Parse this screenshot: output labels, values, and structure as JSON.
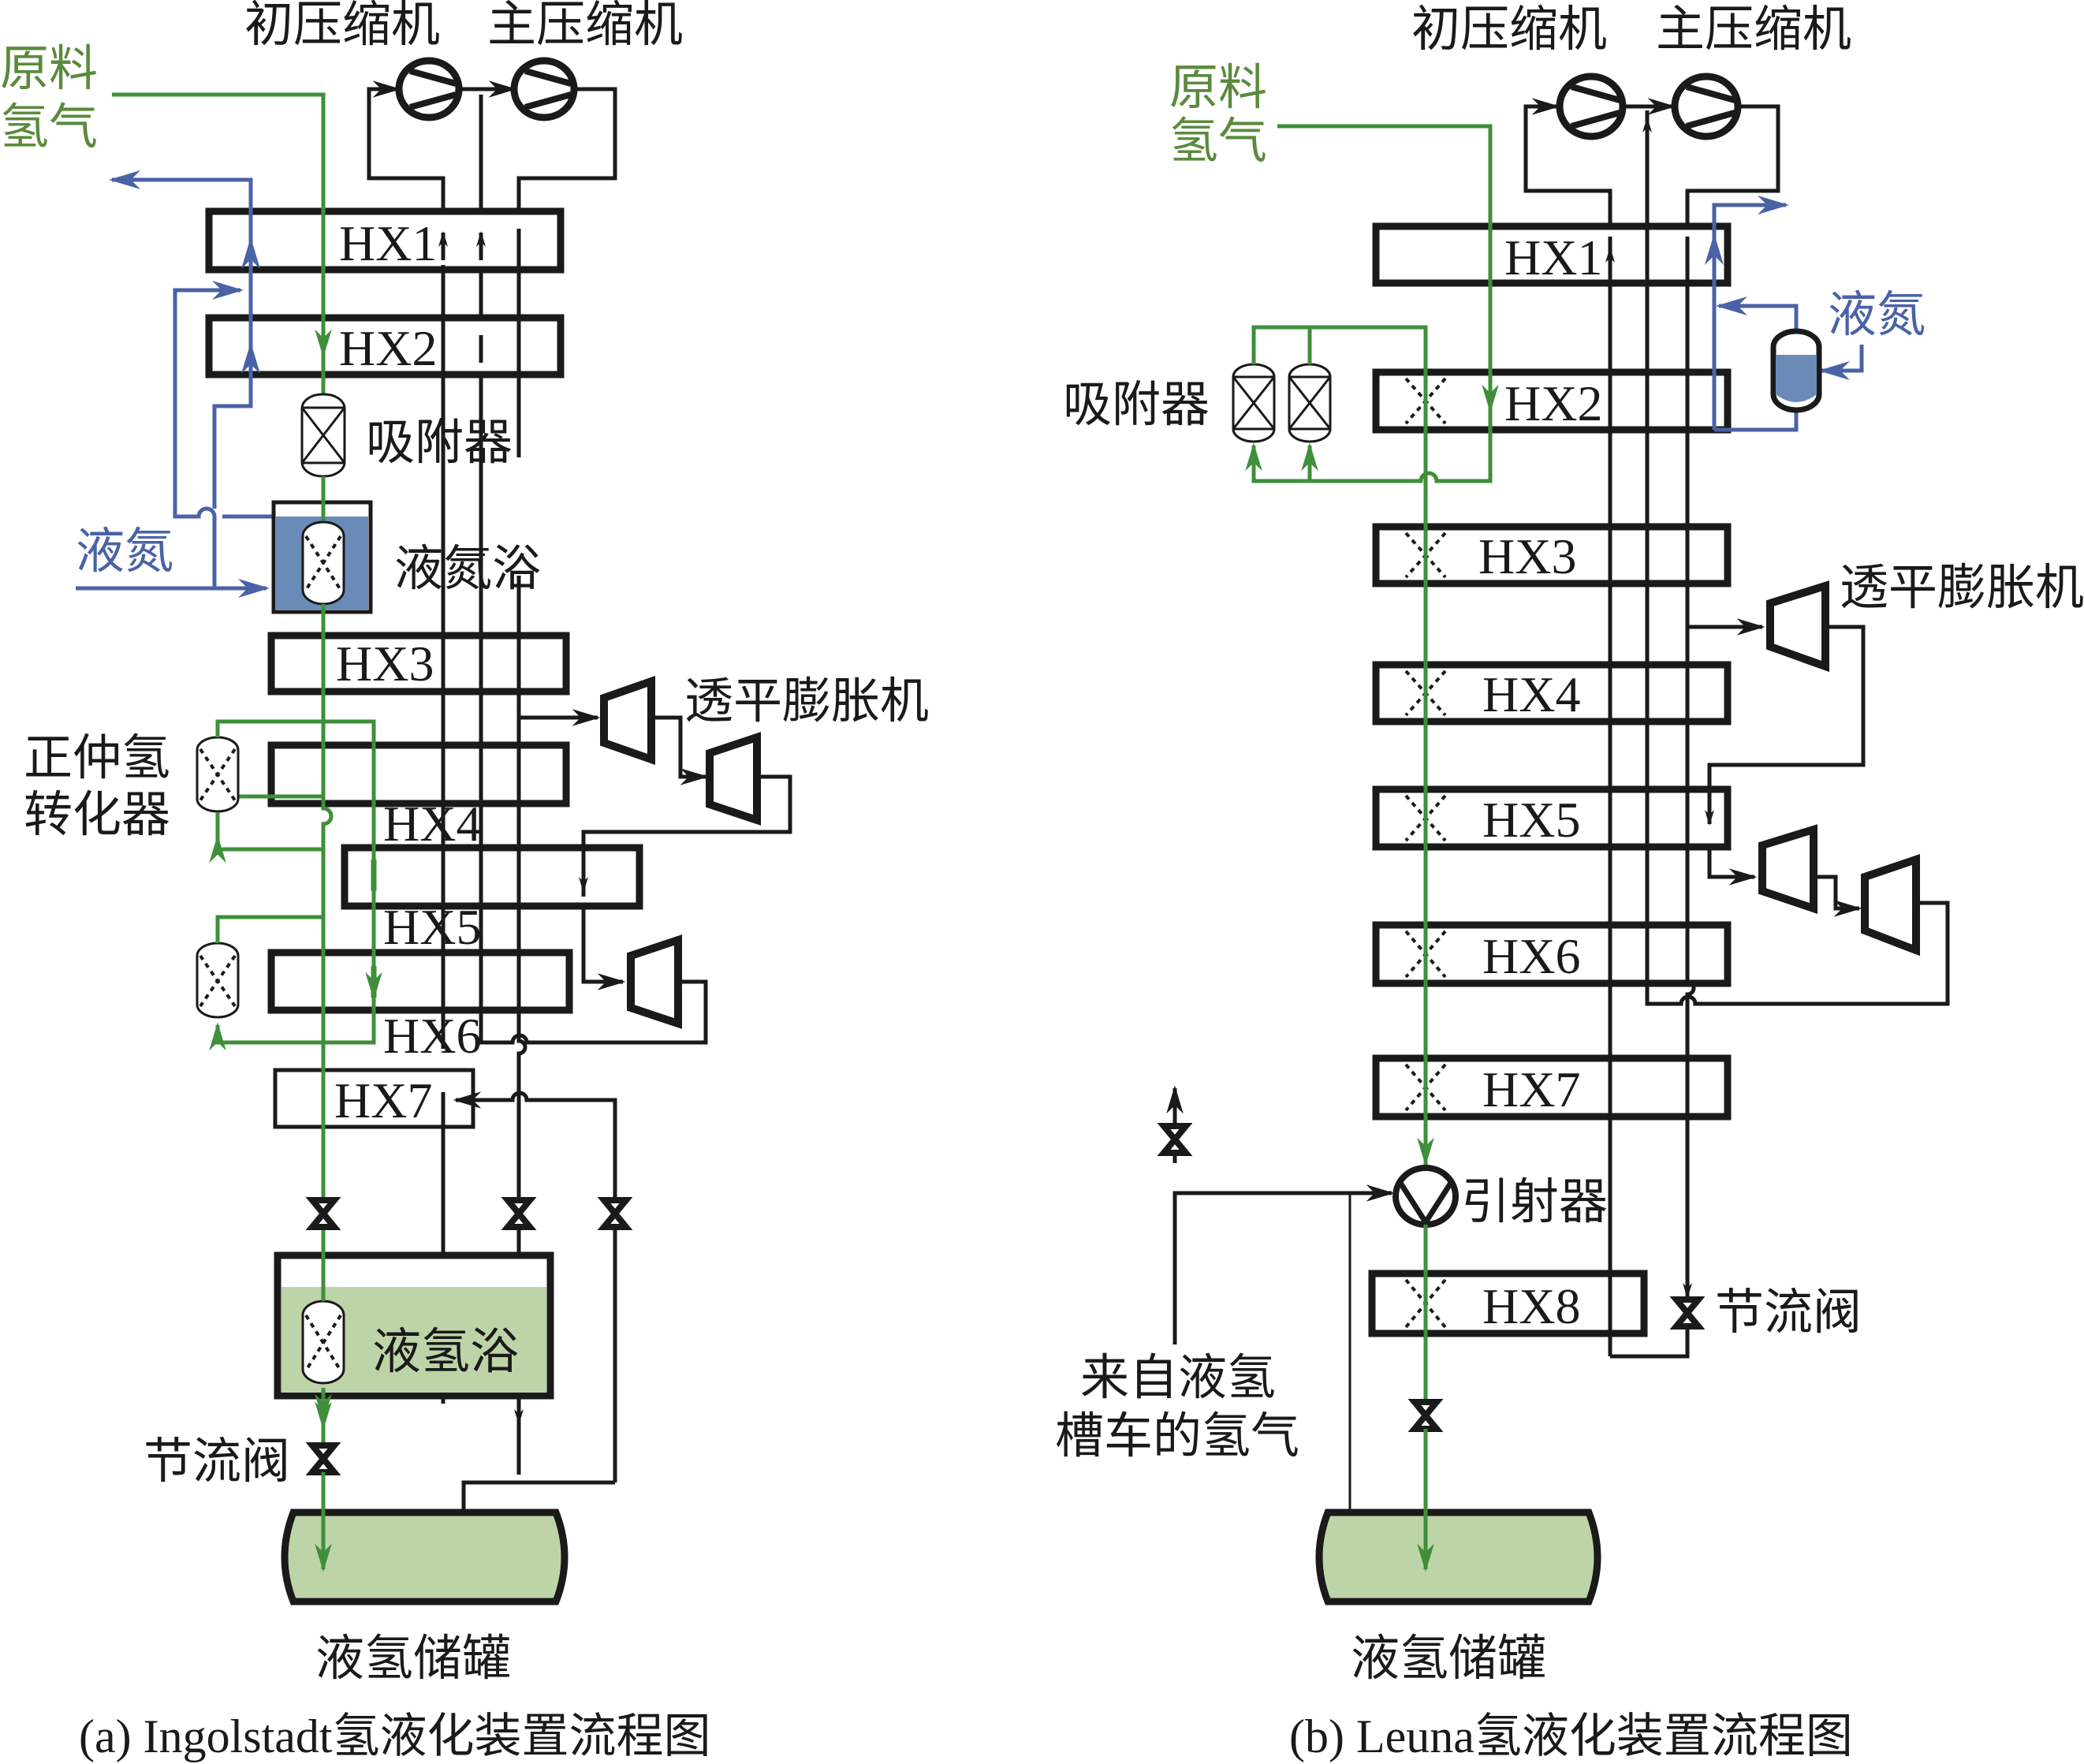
{
  "colors": {
    "hydrogen_feed": "#3f8f3a",
    "nitrogen": "#4a62a6",
    "process": "#1a1a1a",
    "ln2_fill": "#6a8bb8",
    "lh2_fill": "#bdd4a8"
  },
  "left": {
    "caption": "(a) Ingolstadt氢液化装置流程图",
    "compressor_primary": "初压缩机",
    "compressor_main": "主压缩机",
    "feed_line1": "原料",
    "feed_line2": "氢气",
    "ln2": "液氮",
    "adsorber": "吸附器",
    "ln2_bath": "液氮浴",
    "turbo_expander": "透平膨胀机",
    "opc_line1": "正仲氢",
    "opc_line2": "转化器",
    "lh2_bath": "液氢浴",
    "throttle_valve": "节流阀",
    "storage_tank": "液氢储罐",
    "hx": [
      "HX1",
      "HX2",
      "HX3",
      "HX4",
      "HX5",
      "HX6",
      "HX7"
    ]
  },
  "right": {
    "caption": "(b) Leuna氢液化装置流程图",
    "compressor_primary": "初压缩机",
    "compressor_main": "主压缩机",
    "feed_line1": "原料",
    "feed_line2": "氢气",
    "ln2": "液氮",
    "adsorber": "吸附器",
    "turbo_expander": "透平膨胀机",
    "ejector": "引射器",
    "throttle_valve": "节流阀",
    "trailer_line1": "来自液氢",
    "trailer_line2": "槽车的氢气",
    "storage_tank": "液氢储罐",
    "hx": [
      "HX1",
      "HX2",
      "HX3",
      "HX4",
      "HX5",
      "HX6",
      "HX7",
      "HX8"
    ]
  }
}
